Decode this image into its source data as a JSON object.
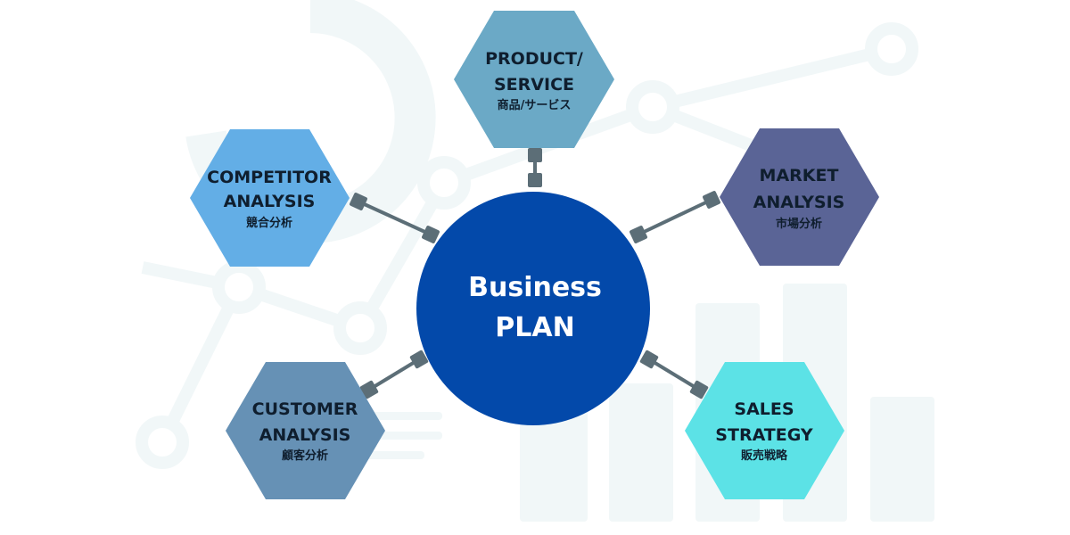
{
  "center": {
    "line1": "Business",
    "line2": "PLAN",
    "color": "#0349AA"
  },
  "nodes": {
    "product": {
      "line1": "PRODUCT/",
      "line2": "SERVICE",
      "jp": "商品/サービス",
      "color": "#6BA9C6"
    },
    "competitor": {
      "line1": "COMPETITOR",
      "line2": "ANALYSIS",
      "jp": "競合分析",
      "color": "#63AEE6"
    },
    "market": {
      "line1": "MARKET",
      "line2": "ANALYSIS",
      "jp": "市場分析",
      "color": "#5A6496"
    },
    "customer": {
      "line1": "CUSTOMER",
      "line2": "ANALYSIS",
      "jp": "顧客分析",
      "color": "#6691B5"
    },
    "sales": {
      "line1": "SALES",
      "line2": "STRATEGY",
      "jp": "販売戦略",
      "color": "#5CE2E6"
    }
  },
  "colors": {
    "connector": "#5C6E77",
    "background_graphic": "#F1F7F8",
    "text_on_node": "#0F1E2E",
    "text_on_center": "#FFFFFF"
  }
}
